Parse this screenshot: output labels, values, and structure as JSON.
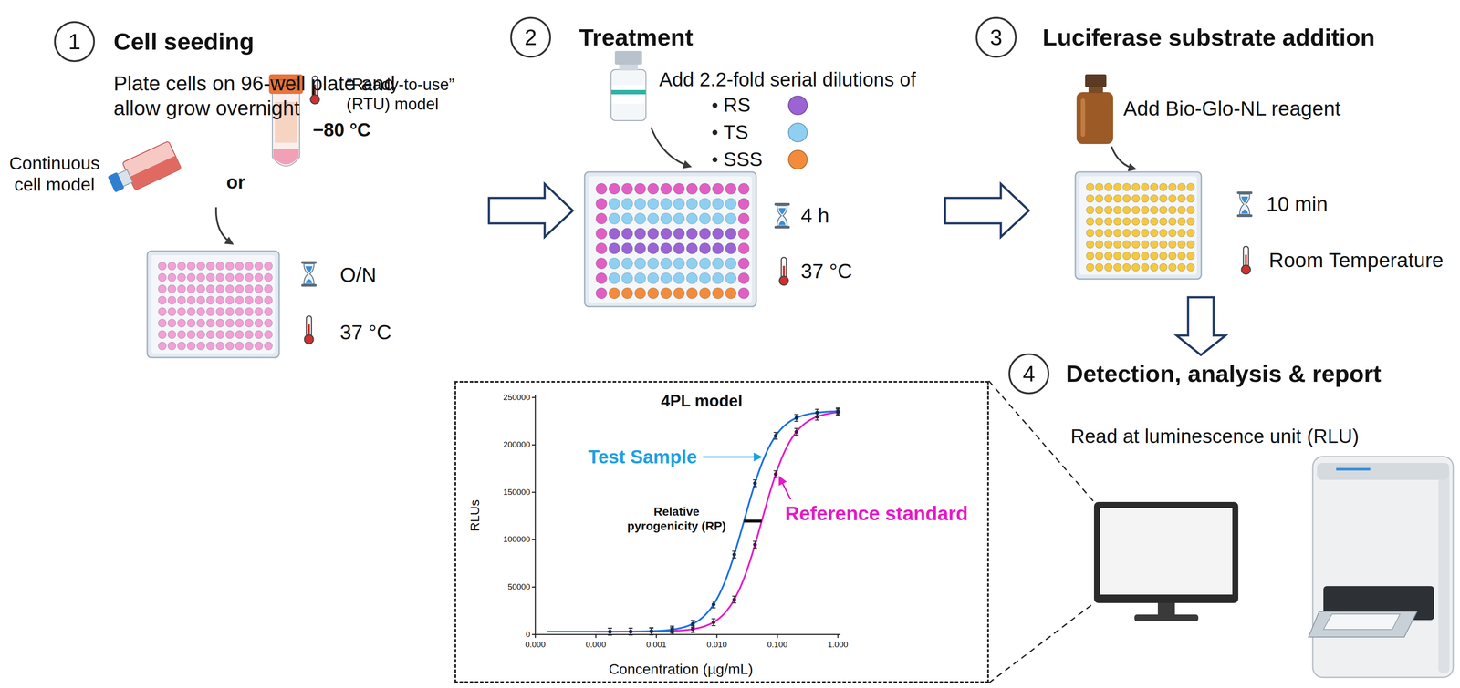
{
  "diagram": {
    "nodes": [
      {
        "text": [
          "1"
        ]
      },
      {
        "text": [
          "2"
        ]
      },
      {
        "text": [
          "3"
        ]
      },
      {
        "text": [
          "4"
        ]
      },
      {
        "text": [
          "4PL model"
        ]
      }
    ],
    "labels": [
      "Cell seeding",
      "Plate cells on 96-well plate and allow grow overnight",
      "Continuous cell model",
      "or",
      "“Ready-to-use” (RTU) model",
      "−80 °C",
      "O/N",
      "37 °C",
      "Treatment",
      "Add 2.2-fold serial dilutions of",
      "4 h",
      "37 °C",
      "Luciferase substrate addition",
      "Add Bio-Glo-NL reagent",
      "10 min",
      "Room Temperature",
      "Detection, analysis & report",
      "Read at luminescence unit (RLU)",
      "250000",
      "200000",
      "150000",
      "100000",
      "50000",
      "0",
      "0.000",
      "0.000",
      "0.001",
      "0.010",
      "0.100",
      "1.000",
      "RLUs",
      "Concentration (µg/mL)",
      "Test Sample",
      "Relative pyrogenicity (RP)",
      "Reference standard"
    ],
    "legend": [
      {
        "text": "RS",
        "color": "#9b63d3"
      },
      {
        "text": "TS",
        "color": "#8fd0f2"
      },
      {
        "text": "SSS",
        "color": "#f28c3c"
      }
    ]
  }
}
